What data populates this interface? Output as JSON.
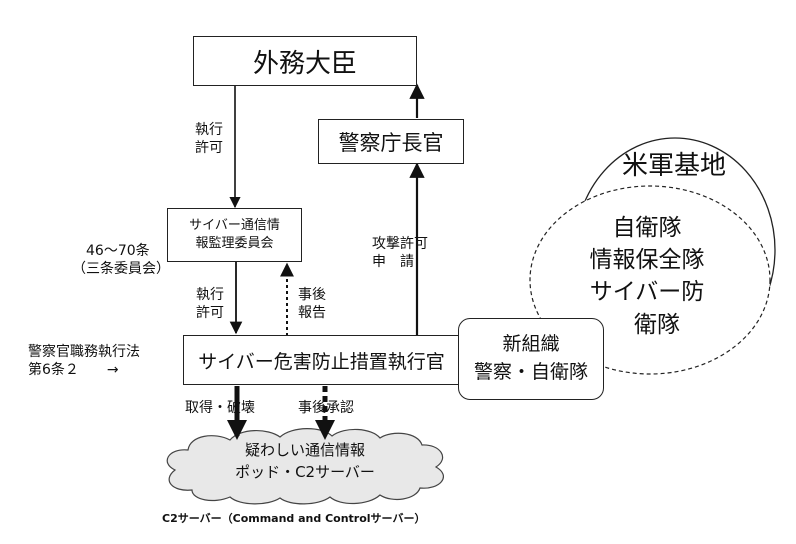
{
  "nodes": {
    "foreign_minister": "外務大臣",
    "police_chief": "警察庁長官",
    "committee_line1": "サイバー通信情",
    "committee_line2": "報監理委員会",
    "cyber_officer": "サイバー危害防止措置執行官",
    "new_org_line1": "新組織",
    "new_org_line2": "警察・自衛隊",
    "us_base": "米軍基地",
    "sdf_line1": "自衛隊",
    "sdf_line2": "情報保全隊",
    "sdf_line3": "サイバー防",
    "sdf_line4": "衛隊",
    "cloud_line1": "疑わしい通信情報",
    "cloud_line2": "ポッド・C2サーバー"
  },
  "labels": {
    "exec_permit_top_1": "執行",
    "exec_permit_top_2": "許可",
    "attack_permit_1": "攻撃許可",
    "attack_permit_2": "申　請",
    "articles_1": "46～70条",
    "articles_2": "（三条委員会）",
    "exec_permit_bottom_1": "執行",
    "exec_permit_bottom_2": "許可",
    "post_report_1": "事後",
    "post_report_2": "報告",
    "police_law_1": "警察官職務執行法",
    "police_law_2": "第6条２　　→",
    "acquire_destroy": "取得・破壊",
    "post_approval": "事後承認"
  },
  "footnote": "C2サーバー（Command and Controlサーバー）",
  "colors": {
    "line": "#111111",
    "cloud_fill": "#e8e8e8"
  }
}
